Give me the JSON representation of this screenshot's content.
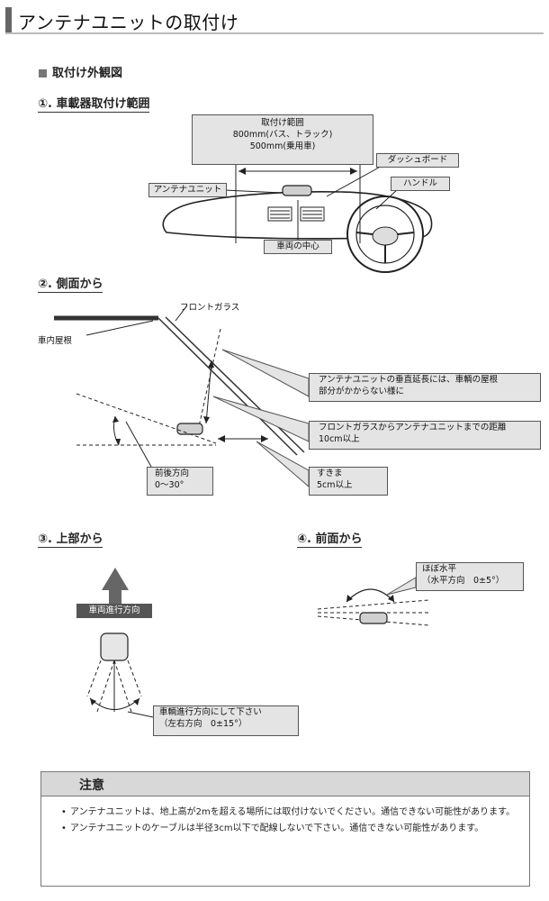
{
  "header": {
    "title": "アンテナユニットの取付け"
  },
  "section": {
    "title": "取付け外観図"
  },
  "sub1": {
    "title": "①. 車載器取付け範囲",
    "range_box": [
      "取付け範囲",
      "800mm(バス、トラック)",
      "500mm(乗用車)"
    ],
    "dashboard": "ダッシュボード",
    "handle": "ハンドル",
    "antenna_unit": "アンテナユニット",
    "vehicle_center": "車両の中心"
  },
  "sub2": {
    "title": "②. 側面から",
    "windshield": "フロントガラス",
    "roof": "車内屋根",
    "note_roof": [
      "アンテナユニットの垂直延長には、車輌の屋根",
      "部分がかからない様に"
    ],
    "note_distance": [
      "フロントガラスからアンテナユニットまでの距離",
      "10cm以上"
    ],
    "note_gap": [
      "すきま",
      "5cm以上"
    ],
    "note_angle": [
      "前後方向",
      "0～30°"
    ]
  },
  "sub3": {
    "title": "③. 上部から",
    "direction": "車両進行方向",
    "note": [
      "車輌進行方向にして下さい",
      "（左右方向　0±15°）"
    ]
  },
  "sub4": {
    "title": "④. 前面から",
    "note": [
      "ほぼ水平",
      "（水平方向　0±5°）"
    ]
  },
  "caution": {
    "title": "注意",
    "items": [
      "アンテナユニットは、地上高が2mを超える場所には取付けないでください。通信できない可能性があります。",
      "アンテナユニットのケーブルは半径3cm以下で配線しないで下さい。通信できない可能性があります。"
    ]
  },
  "colors": {
    "box_bg": "#e4e4e4",
    "header_bar": "#666666",
    "caution_head": "#d8d8d8"
  }
}
